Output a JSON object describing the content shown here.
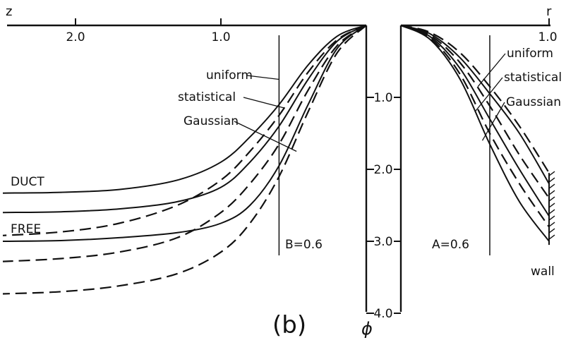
{
  "figure": {
    "panel_label": "(b)",
    "wall_label": "wall"
  },
  "chart_data": [
    {
      "type": "line",
      "panel": "left",
      "xlabel": "z",
      "ylabel": "ϕ",
      "x_direction": "reversed",
      "xlim": [
        0,
        2.5
      ],
      "ylim": [
        0,
        4.0
      ],
      "x_ticks": [
        {
          "value": 2.0,
          "label": "2.0"
        },
        {
          "value": 1.0,
          "label": "1.0"
        }
      ],
      "y_ticks": [
        {
          "value": 1.0,
          "label": "1.0"
        },
        {
          "value": 2.0,
          "label": "2.0"
        },
        {
          "value": 3.0,
          "label": "3.0"
        },
        {
          "value": 4.0,
          "label": "4.0"
        }
      ],
      "parameter_line": {
        "value": 0.6,
        "label": "B=0.6"
      },
      "series_labels": [
        {
          "text": "uniform",
          "pointer": {
            "z": 0.6,
            "phi": 0.75
          }
        },
        {
          "text": "statistical",
          "pointer": {
            "z": 0.56,
            "phi": 1.15
          }
        },
        {
          "text": "Gaussian",
          "pointer": {
            "z": 0.48,
            "phi": 1.75
          }
        }
      ],
      "group_labels": [
        {
          "text": "DUCT",
          "style": "solid"
        },
        {
          "text": "FREE",
          "style": "dashed"
        }
      ],
      "series": [
        {
          "style": "solid",
          "points": [
            [
              0,
              0
            ],
            [
              0.2,
              0.15
            ],
            [
              0.4,
              0.55
            ],
            [
              0.6,
              1.1
            ],
            [
              0.8,
              1.55
            ],
            [
              1.0,
              1.9
            ],
            [
              1.3,
              2.15
            ],
            [
              1.7,
              2.28
            ],
            [
              2.1,
              2.32
            ],
            [
              2.5,
              2.33
            ]
          ]
        },
        {
          "style": "solid",
          "points": [
            [
              0,
              0
            ],
            [
              0.2,
              0.22
            ],
            [
              0.4,
              0.75
            ],
            [
              0.6,
              1.4
            ],
            [
              0.8,
              1.9
            ],
            [
              1.0,
              2.25
            ],
            [
              1.3,
              2.45
            ],
            [
              1.7,
              2.55
            ],
            [
              2.1,
              2.59
            ],
            [
              2.5,
              2.6
            ]
          ]
        },
        {
          "style": "solid",
          "points": [
            [
              0,
              0
            ],
            [
              0.2,
              0.32
            ],
            [
              0.4,
              1.1
            ],
            [
              0.6,
              1.95
            ],
            [
              0.8,
              2.5
            ],
            [
              1.0,
              2.75
            ],
            [
              1.3,
              2.88
            ],
            [
              1.7,
              2.95
            ],
            [
              2.1,
              2.99
            ],
            [
              2.5,
              3.0
            ]
          ]
        },
        {
          "style": "dashed",
          "points": [
            [
              0,
              0
            ],
            [
              0.2,
              0.2
            ],
            [
              0.4,
              0.65
            ],
            [
              0.6,
              1.25
            ],
            [
              0.8,
              1.75
            ],
            [
              1.0,
              2.15
            ],
            [
              1.3,
              2.5
            ],
            [
              1.7,
              2.75
            ],
            [
              2.1,
              2.87
            ],
            [
              2.5,
              2.92
            ]
          ]
        },
        {
          "style": "dashed",
          "points": [
            [
              0,
              0
            ],
            [
              0.2,
              0.28
            ],
            [
              0.4,
              0.9
            ],
            [
              0.6,
              1.65
            ],
            [
              0.8,
              2.2
            ],
            [
              1.0,
              2.6
            ],
            [
              1.3,
              2.95
            ],
            [
              1.7,
              3.15
            ],
            [
              2.1,
              3.24
            ],
            [
              2.5,
              3.28
            ]
          ]
        },
        {
          "style": "dashed",
          "points": [
            [
              0,
              0
            ],
            [
              0.2,
              0.38
            ],
            [
              0.4,
              1.2
            ],
            [
              0.6,
              2.1
            ],
            [
              0.8,
              2.75
            ],
            [
              1.0,
              3.15
            ],
            [
              1.3,
              3.45
            ],
            [
              1.7,
              3.62
            ],
            [
              2.1,
              3.7
            ],
            [
              2.5,
              3.73
            ]
          ]
        }
      ]
    },
    {
      "type": "line",
      "panel": "right",
      "xlabel": "r",
      "xlim": [
        0,
        1.0
      ],
      "ylim": [
        0,
        4.0
      ],
      "x_ticks": [
        {
          "value": 1.0,
          "label": "1.0"
        }
      ],
      "parameter_line": {
        "value": 0.6,
        "label": "A=0.6"
      },
      "series_labels": [
        {
          "text": "uniform",
          "pointer": {
            "r": 0.52,
            "phi": 0.85
          }
        },
        {
          "text": "statistical",
          "pointer": {
            "r": 0.5,
            "phi": 1.2
          }
        },
        {
          "text": "Gaussian",
          "pointer": {
            "r": 0.55,
            "phi": 1.6
          }
        }
      ],
      "series": [
        {
          "style": "solid",
          "points": [
            [
              0,
              0
            ],
            [
              0.2,
              0.12
            ],
            [
              0.4,
              0.45
            ],
            [
              0.6,
              0.95
            ],
            [
              0.8,
              1.5
            ],
            [
              1.0,
              2.2
            ]
          ]
        },
        {
          "style": "solid",
          "points": [
            [
              0,
              0
            ],
            [
              0.2,
              0.16
            ],
            [
              0.4,
              0.6
            ],
            [
              0.6,
              1.3
            ],
            [
              0.8,
              2.0
            ],
            [
              1.0,
              2.65
            ]
          ]
        },
        {
          "style": "solid",
          "points": [
            [
              0,
              0
            ],
            [
              0.2,
              0.2
            ],
            [
              0.4,
              0.75
            ],
            [
              0.6,
              1.65
            ],
            [
              0.8,
              2.45
            ],
            [
              1.0,
              3.0
            ]
          ]
        },
        {
          "style": "dashed",
          "points": [
            [
              0,
              0
            ],
            [
              0.2,
              0.1
            ],
            [
              0.4,
              0.38
            ],
            [
              0.6,
              0.85
            ],
            [
              0.8,
              1.4
            ],
            [
              1.0,
              2.05
            ]
          ]
        },
        {
          "style": "dashed",
          "points": [
            [
              0,
              0
            ],
            [
              0.2,
              0.14
            ],
            [
              0.4,
              0.52
            ],
            [
              0.6,
              1.12
            ],
            [
              0.8,
              1.8
            ],
            [
              1.0,
              2.4
            ]
          ]
        },
        {
          "style": "dashed",
          "points": [
            [
              0,
              0
            ],
            [
              0.2,
              0.18
            ],
            [
              0.4,
              0.68
            ],
            [
              0.6,
              1.5
            ],
            [
              0.8,
              2.2
            ],
            [
              1.0,
              2.8
            ]
          ]
        }
      ]
    }
  ]
}
